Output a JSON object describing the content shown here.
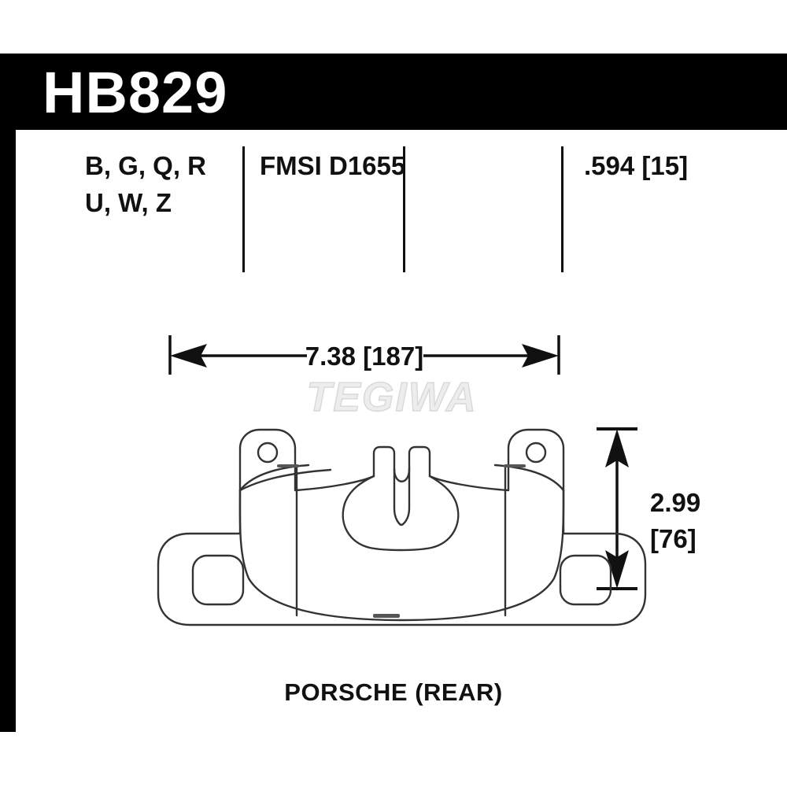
{
  "header": {
    "part_number": "HB829"
  },
  "spec": {
    "compound_codes_line1": "B, G, Q, R",
    "compound_codes_line2": "U, W, Z",
    "fmsi_label": "FMSI D1655",
    "thickness": ".594 [15]"
  },
  "dimensions": {
    "width_label": "7.38  [187]",
    "height_label_in": "2.99",
    "height_label_mm": "[76]"
  },
  "caption": {
    "vehicle": "PORSCHE (REAR)"
  },
  "watermark": {
    "text": "TEGIWA"
  },
  "colors": {
    "band": "#000000",
    "text_dark": "#111111",
    "text_light": "#ffffff",
    "outline": "#333333",
    "watermark": "#e3e3e3",
    "background": "#ffffff"
  }
}
